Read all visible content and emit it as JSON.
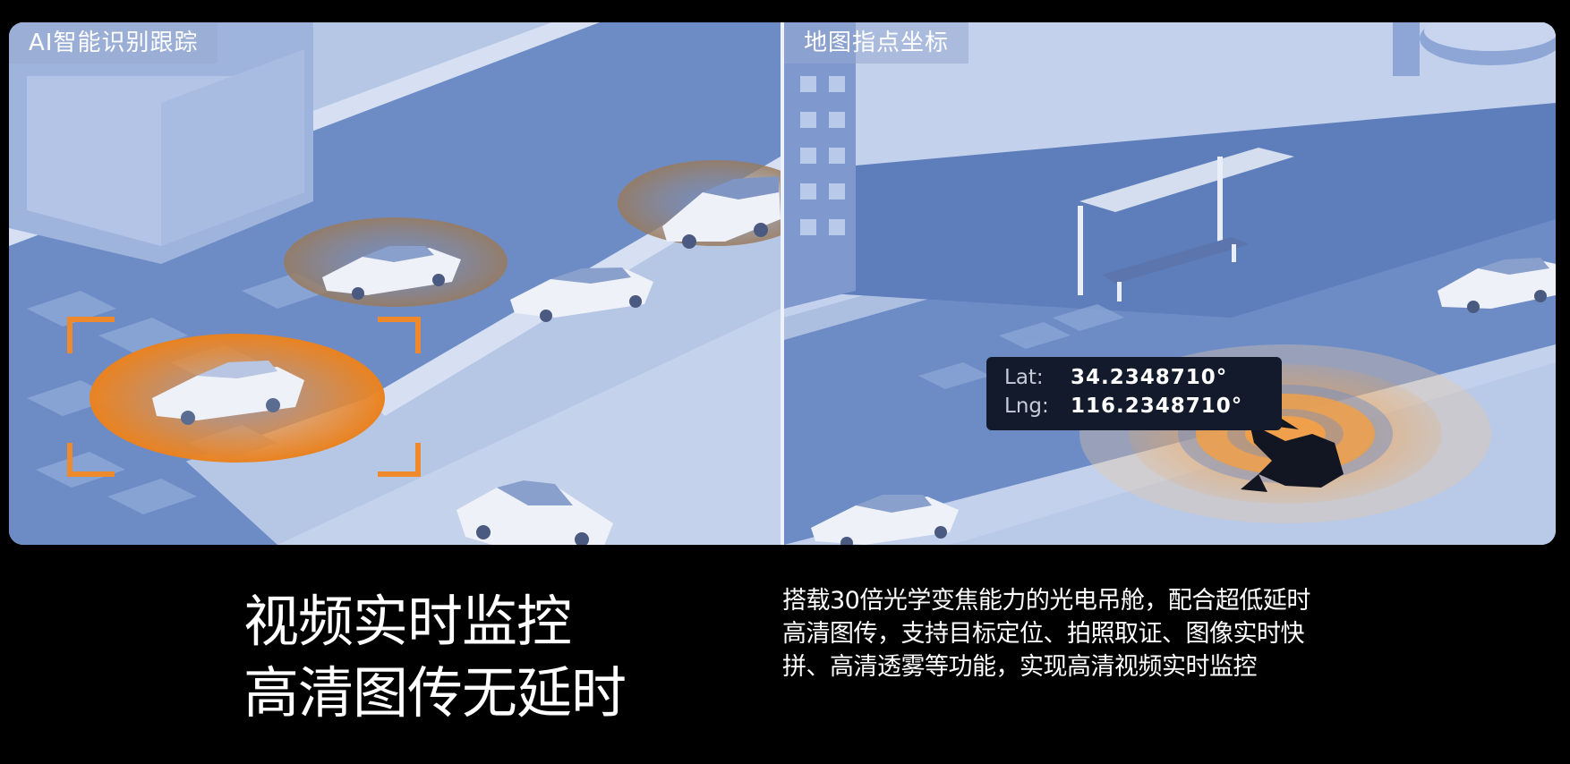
{
  "panels": {
    "left": {
      "label": "AI智能识别跟踪"
    },
    "right": {
      "label": "地图指点坐标",
      "coordinates": {
        "lat_key": "Lat:",
        "lat_value": "34.2348710°",
        "lng_key": "Lng:",
        "lng_value": "116.2348710°"
      }
    }
  },
  "headline": {
    "line1": "视频实时监控",
    "line2": "高清图传无延时"
  },
  "description": "搭载30倍光学变焦能力的光电吊舱，配合超低延时高清图传，支持目标定位、拍照取证、图像实时快拼、高清透雾等功能，实现高清视频实时监控",
  "colors": {
    "background": "#000000",
    "scene_blue": "#6f8fc9",
    "accent_orange": "#f08a2a",
    "text": "#ffffff"
  }
}
